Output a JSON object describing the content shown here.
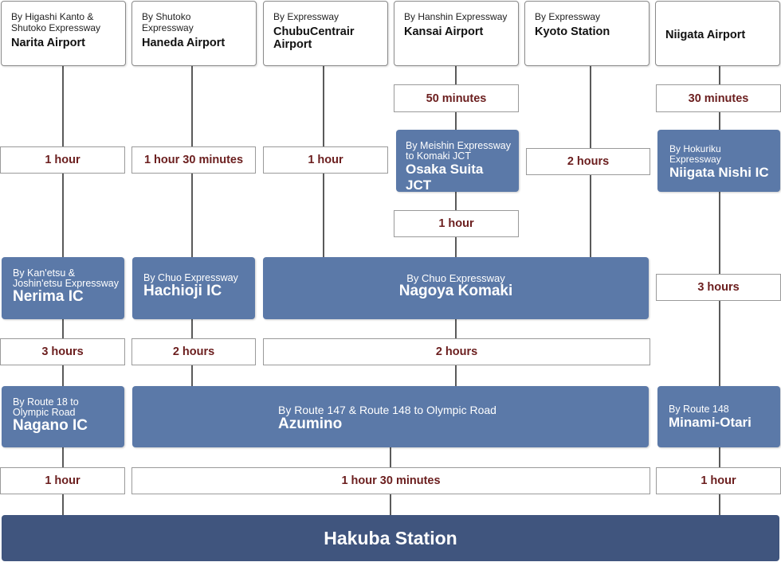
{
  "origins": {
    "narita": {
      "sub": "By Higashi Kanto & Shutoko Expressway",
      "name": "Narita Airport"
    },
    "haneda": {
      "sub": "By Shutoko Expressway",
      "name": "Haneda Airport"
    },
    "chubu": {
      "sub": "By Expressway",
      "name": "ChubuCentrair Airport"
    },
    "kansai": {
      "sub": "By Hanshin Expressway",
      "name": "Kansai Airport"
    },
    "kyoto": {
      "sub": "By Expressway",
      "name": "Kyoto Station"
    },
    "niigata": {
      "sub": "",
      "name": "Niigata Airport"
    }
  },
  "times": {
    "kansai_1": "50 minutes",
    "niigata_1": "30 minutes",
    "narita_1": "1 hour",
    "haneda_1": "1 hour 30 minutes",
    "chubu_1": "1 hour",
    "kyoto_1": "2 hours",
    "osaka_1": "1 hour",
    "niigata_2": "3 hours",
    "nerima_1": "3 hours",
    "hachioji_1": "2 hours",
    "nagoya_1": "2 hours",
    "nagano_1": "1 hour",
    "azumino_1": "1 hour 30 minutes",
    "minami_1": "1 hour"
  },
  "nodes": {
    "osaka": {
      "sub": "By Meishin Expressway to Komaki JCT",
      "name": "Osaka Suita JCT"
    },
    "niigata_nishi": {
      "sub": "By Hokuriku Expressway",
      "name": "Niigata Nishi IC"
    },
    "nerima": {
      "sub": "By Kan'etsu & Joshin'etsu Expressway",
      "name": "Nerima IC"
    },
    "hachioji": {
      "sub": "By Chuo Expressway",
      "name": "Hachioji IC"
    },
    "nagoya": {
      "sub": "By Chuo Expressway",
      "name": "Nagoya Komaki"
    },
    "nagano": {
      "sub": "By Route 18 to Olympic Road",
      "name": "Nagano IC"
    },
    "azumino": {
      "sub": "By Route 147 & Route 148 to Olympic Road",
      "name": "Azumino"
    },
    "minami": {
      "sub": "By Route 148",
      "name": "Minami-Otari"
    }
  },
  "destination": "Hakuba Station",
  "colors": {
    "node": "#5b79a8",
    "destination": "#40557e",
    "time_text": "#6b1e1e"
  }
}
